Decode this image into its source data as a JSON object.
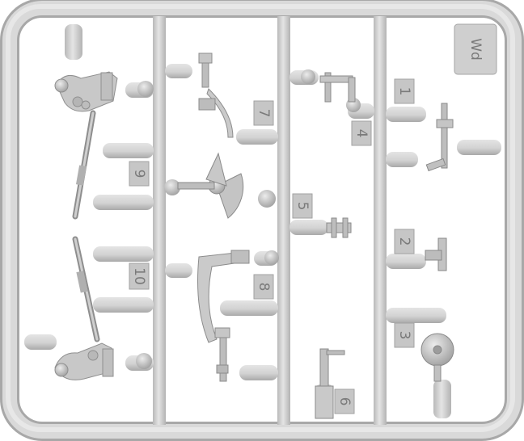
{
  "sprue": {
    "letter": "Wd",
    "part_numbers": {
      "p1": "1",
      "p2": "2",
      "p3": "3",
      "p4": "4",
      "p5": "5",
      "p6": "6",
      "p7": "7",
      "p8": "8",
      "p9": "9",
      "p10": "10"
    }
  },
  "colors": {
    "background": "#ffffff",
    "plastic": "#d3d3d3",
    "plastic_dark": "#a9a9a9",
    "plastic_light": "#e6e6e6",
    "label_tab": "#c6c6c6"
  }
}
